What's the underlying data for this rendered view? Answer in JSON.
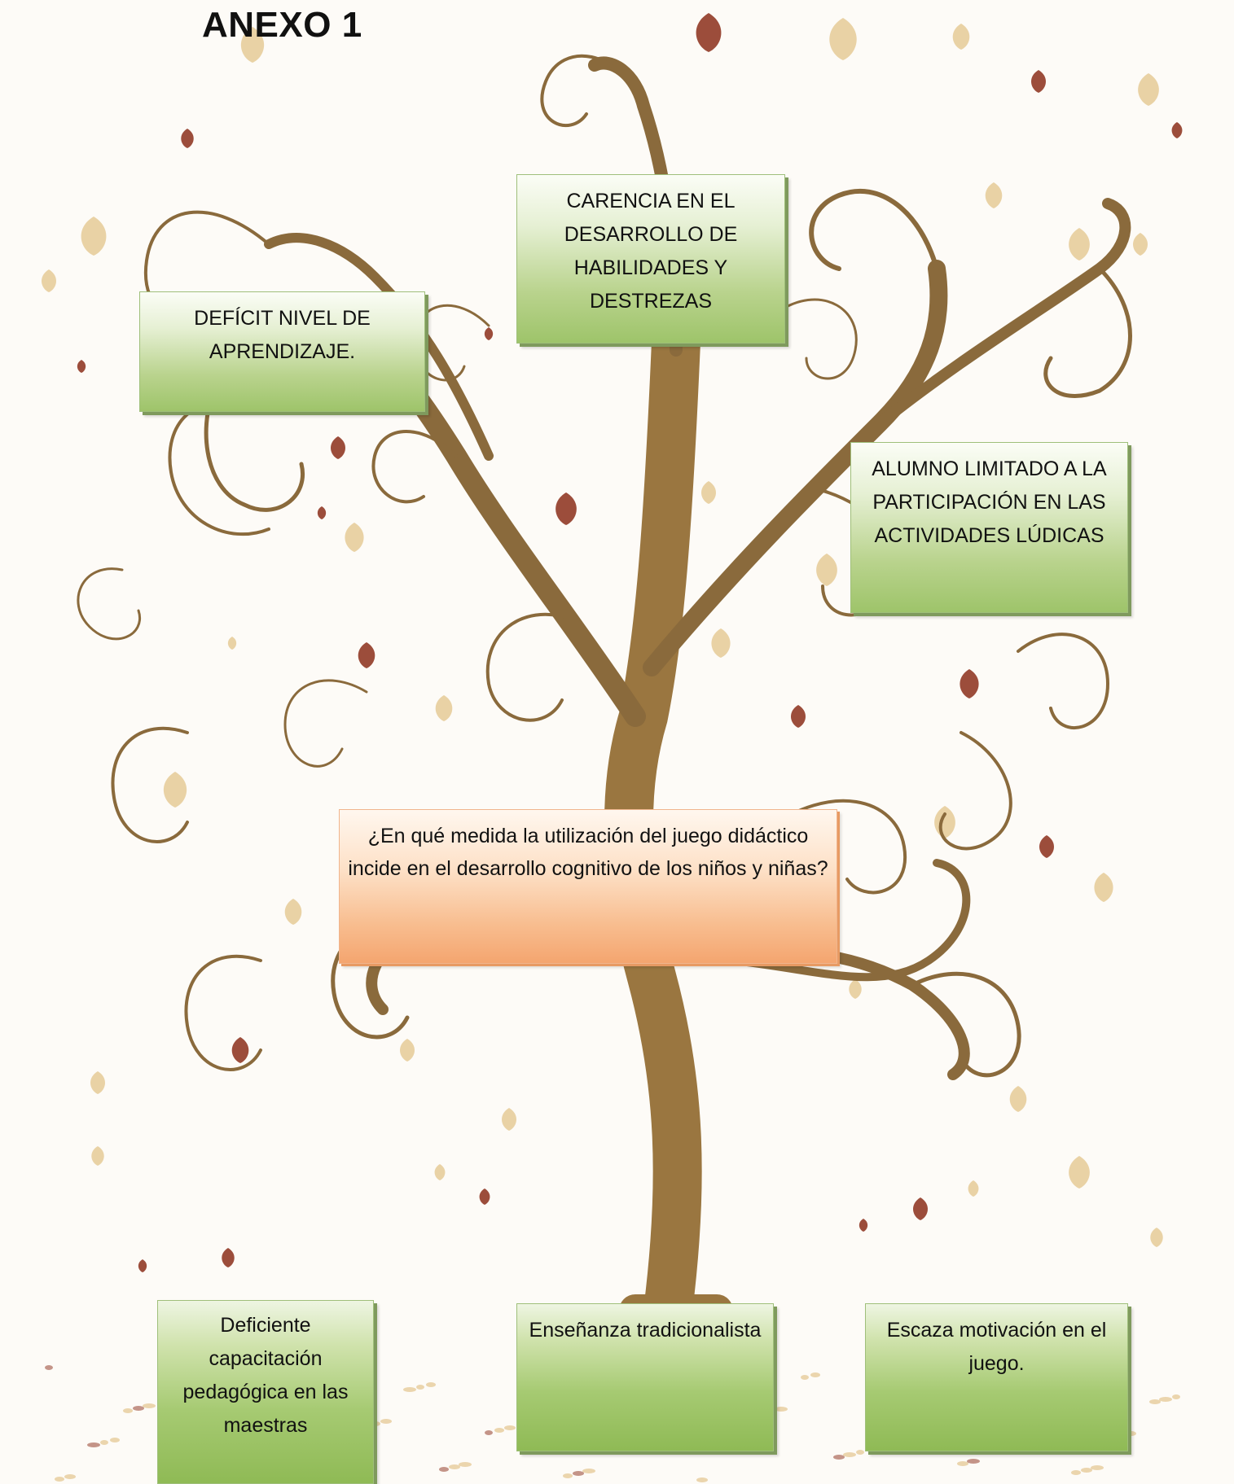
{
  "title": "ANEXO 1",
  "colors": {
    "trunk": "#9a7640",
    "branch": "#8a6a3c",
    "leaf_gold": "#d9b063",
    "leaf_red": "#8b2e1a",
    "box_green": "#a6ca72",
    "box_orange": "#f6b07f"
  },
  "effects": {
    "box1": "DEFÍCIT NIVEL DE APRENDIZAJE.",
    "box2": "CARENCIA EN EL DESARROLLO DE HABILIDADES Y DESTREZAS",
    "box3": "ALUMNO LIMITADO A LA PARTICIPACIÓN EN LAS ACTIVIDADES LÚDICAS"
  },
  "problem": {
    "question": "¿En qué medida la utilización del juego didáctico incide en el desarrollo cognitivo de los niños y niñas?"
  },
  "causes": {
    "box1": "Deficiente capacitación pedagógica en las maestras",
    "box2": "Enseñanza tradicionalista",
    "box3": "Escaza motivación en el juego."
  }
}
